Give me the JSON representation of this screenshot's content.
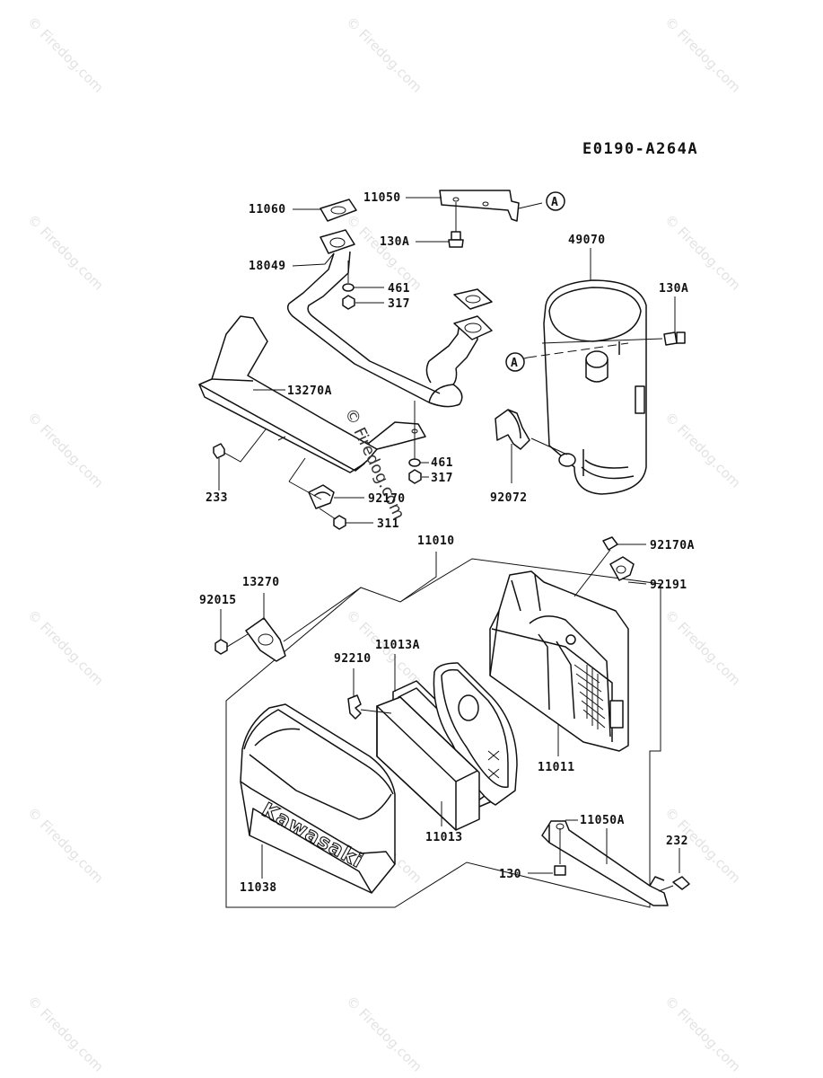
{
  "diagram": {
    "code": "E0190-A264A",
    "watermark": "© Firedog.com",
    "center_watermark": "© Firedog.com",
    "brand": "Kawasaki",
    "ref_mark": "A",
    "labels": {
      "p11060": "11060",
      "p11050": "11050",
      "p130A_top": "130A",
      "p49070": "49070",
      "p18049": "18049",
      "p461_top": "461",
      "p317_top": "317",
      "p130A_right": "130A",
      "p13270A": "13270A",
      "p461_mid": "461",
      "p317_mid": "317",
      "p233": "233",
      "p92170": "92170",
      "p92072": "92072",
      "p311": "311",
      "p11010": "11010",
      "p92170A": "92170A",
      "p13270": "13270",
      "p92015": "92015",
      "p92191": "92191",
      "p11013A": "11013A",
      "p92210": "92210",
      "p11011": "11011",
      "p11013": "11013",
      "p11050A": "11050A",
      "p232": "232",
      "p130": "130",
      "p11038": "11038"
    }
  }
}
